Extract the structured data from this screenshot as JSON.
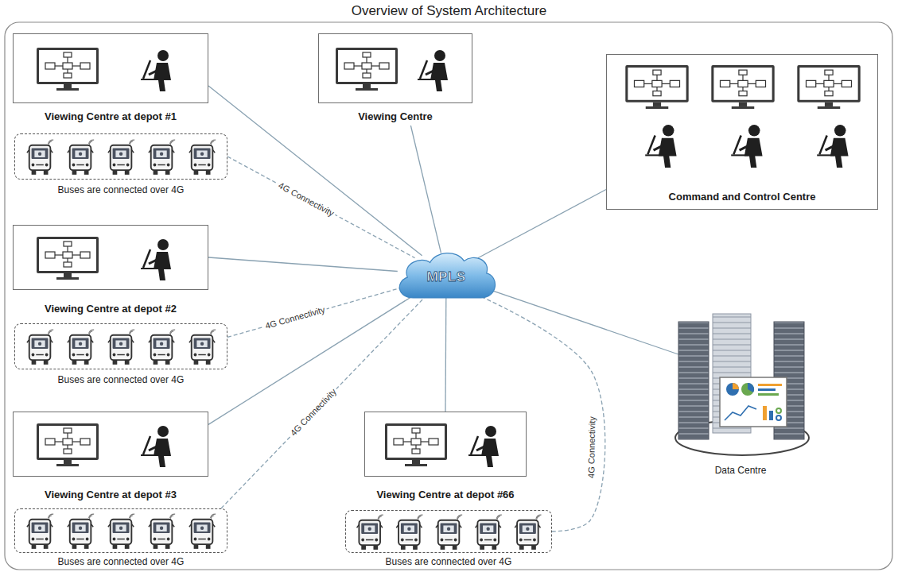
{
  "diagram": {
    "title": "Overview of System Architecture",
    "nodes": [
      {
        "text": [
          "Viewing Centre at depot #1"
        ]
      },
      {
        "text": [
          "Buses are connected over 4G"
        ]
      },
      {
        "text": [
          "Viewing Centre"
        ]
      },
      {
        "text": [
          "Command and Control Centre"
        ]
      },
      {
        "text": [
          "MPLS"
        ]
      },
      {
        "text": [
          "Viewing Centre at depot #2"
        ]
      },
      {
        "text": [
          "Buses are connected over 4G"
        ]
      },
      {
        "text": [
          "Data Centre"
        ]
      },
      {
        "text": [
          "Viewing Centre at depot #3"
        ]
      },
      {
        "text": [
          "Buses are connected over 4G"
        ]
      },
      {
        "text": [
          "Viewing Centre at depot #66"
        ]
      },
      {
        "text": [
          "Buses are connected over 4G"
        ]
      }
    ],
    "edges": [
      {
        "from": 0,
        "to": 4,
        "arrow": "none"
      },
      {
        "from": 1,
        "to": 4,
        "label": "4G Connectivity",
        "arrow": "none"
      },
      {
        "from": 2,
        "to": 4,
        "arrow": "none"
      },
      {
        "from": 3,
        "to": 4,
        "arrow": "none"
      },
      {
        "from": 5,
        "to": 4,
        "arrow": "none"
      },
      {
        "from": 6,
        "to": 4,
        "label": "4G Connectivity",
        "arrow": "none"
      },
      {
        "from": 7,
        "to": 4,
        "arrow": "none"
      },
      {
        "from": 8,
        "to": 4,
        "arrow": "none"
      },
      {
        "from": 9,
        "to": 4,
        "label": "4G Connectivity",
        "arrow": "none"
      },
      {
        "from": 10,
        "to": 4,
        "arrow": "none"
      },
      {
        "from": 11,
        "to": 4,
        "label": "4G Connectivity",
        "arrow": "none"
      }
    ]
  }
}
